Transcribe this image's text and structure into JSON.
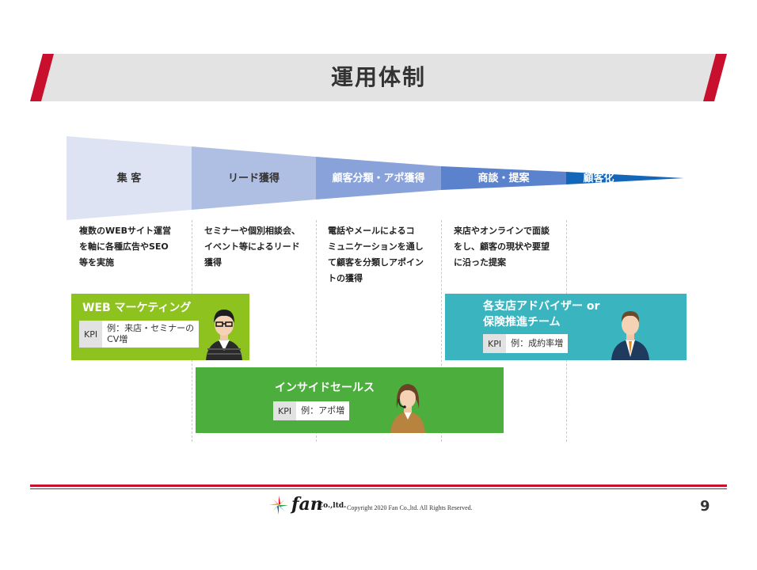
{
  "title": "運用体制",
  "stages": [
    {
      "label": "集 客",
      "color": "#dde3f2",
      "text_color": "#333333",
      "description": "複数のWEBサイト運営\nを軸に各種広告やSEO\n等を実施"
    },
    {
      "label": "リード獲得",
      "color": "#afbfe4",
      "text_color": "#333333",
      "description": "セミナーや個別相談会、\nイベント等によるリード\n獲得"
    },
    {
      "label": "顧客分類・アポ獲得",
      "color": "#89a3da",
      "text_color": "#ffffff",
      "description": "電話やメールによるコ\nミュニケーションを通し\nて顧客を分類しアポイン\nトの獲得"
    },
    {
      "label": "商談・提案",
      "color": "#5b82cc",
      "text_color": "#ffffff",
      "description": "来店やオンラインで面談\nをし、顧客の現状や要望\nに沿った提案"
    },
    {
      "label": "顧客化",
      "color": "#1467b8",
      "text_color": "#ffffff",
      "description": ""
    }
  ],
  "cards": {
    "web_marketing": {
      "title": "WEB マーケティング",
      "kpi_tag": "KPI",
      "kpi_value": "例：来店・セミナーの\nCV増",
      "color": "#8dc21f"
    },
    "inside_sales": {
      "title": "インサイドセールス",
      "kpi_tag": "KPI",
      "kpi_value": "例：アポ増",
      "color": "#4cae3c"
    },
    "branch_advisor": {
      "title": "各支店アドバイザー or\n保険推進チーム",
      "kpi_tag": "KPI",
      "kpi_value": "例：成約率増",
      "color": "#3ab5c0"
    }
  },
  "footer": {
    "logo_text": "fan",
    "logo_suffix": "Co.,ltd.",
    "copyright": "Copyright 2020 Fan Co.,ltd. All Rights Reserved.",
    "page_number": "9"
  },
  "colors": {
    "accent_red": "#c8102e",
    "banner_gray": "#e3e3e3"
  }
}
